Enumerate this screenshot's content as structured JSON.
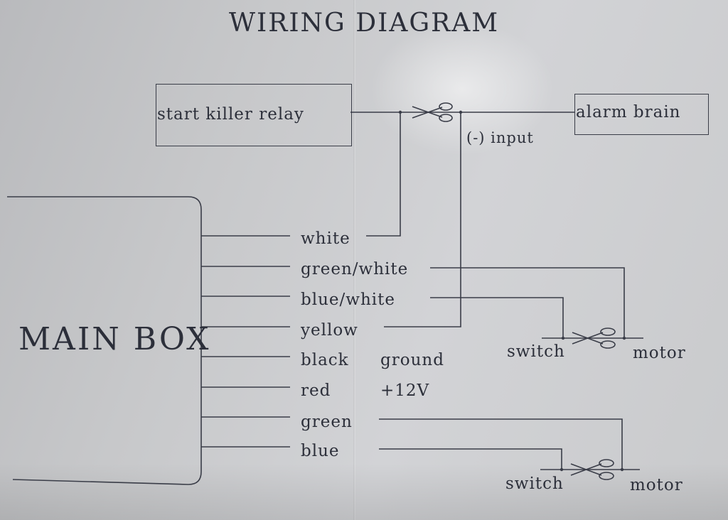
{
  "title": "WIRING DIAGRAM",
  "main_box": {
    "label": "MAIN BOX"
  },
  "relay": {
    "label": "start killer relay"
  },
  "alarm": {
    "label": "alarm brain",
    "input_label": "(-) input"
  },
  "wires": [
    {
      "color": "white"
    },
    {
      "color": "green/white"
    },
    {
      "color": "blue/white"
    },
    {
      "color": "yellow"
    },
    {
      "color": "black",
      "note": "ground"
    },
    {
      "color": "red",
      "note": "+12V"
    },
    {
      "color": "green"
    },
    {
      "color": "blue"
    }
  ],
  "circuits": [
    {
      "switch_label": "switch",
      "motor_label": "motor"
    },
    {
      "switch_label": "switch",
      "motor_label": "motor"
    }
  ],
  "ink_color": "#3a3d48"
}
